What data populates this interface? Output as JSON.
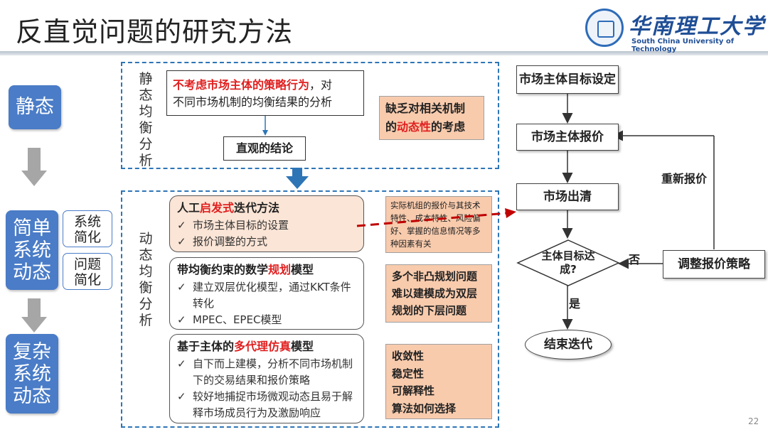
{
  "title": "反直觉问题的研究方法",
  "university": {
    "cn": "华南理工大学",
    "en": "South China University of Technology"
  },
  "left": {
    "static": "静态",
    "simple": "简单系统动态",
    "system_simplify": "系统简化",
    "problem_simplify": "问题简化",
    "complex": "复杂系统动态"
  },
  "static_section": {
    "label": "静态均衡分析",
    "box_red": "不考虑市场主体的策略行为",
    "box_rest1": "，对",
    "box_rest2": "不同市场机制的均衡结果的分析",
    "conclusion": "直观的结论",
    "note_l1": "缺乏对相关机制",
    "note_l2a": "的",
    "note_l2red": "动态性",
    "note_l2b": "的考虑"
  },
  "dynamic_section": {
    "label": "动态均衡分析",
    "box1": {
      "title_a": "人工",
      "title_red": "启发式",
      "title_b": "迭代方法",
      "items": [
        "市场主体目标的设置",
        "报价调整的方式"
      ]
    },
    "box2": {
      "title_a": "带均衡约束的数学",
      "title_red": "规划",
      "title_b": "模型",
      "items": [
        "建立双层优化模型，通过KKT条件转化",
        "MPEC、EPEC模型"
      ]
    },
    "box3": {
      "title_a": "基于主体的",
      "title_red": "多代理仿真",
      "title_b": "模型",
      "items": [
        "自下而上建模，分析不同市场机制下的交易结果和报价策略",
        "较好地捕捉市场微观动态且易于解释市场成员行为及激励响应"
      ]
    },
    "note1": "实际机组的报价与其技术特性、成本特性、风险偏好、掌握的信息情况等多种因素有关",
    "note2": "多个非凸规划问题难以建模成为双层规划的下层问题",
    "note3": [
      "收敛性",
      "稳定性",
      "可解释性",
      "算法如何选择"
    ]
  },
  "flow": {
    "goal": "市场主体目标设定",
    "bid": "市场主体报价",
    "clear": "市场出清",
    "decision": "主体目标达成?",
    "adjust": "调整报价策略",
    "end": "结束迭代",
    "rebid": "重新报价",
    "no": "否",
    "yes": "是"
  },
  "page_number": "22"
}
